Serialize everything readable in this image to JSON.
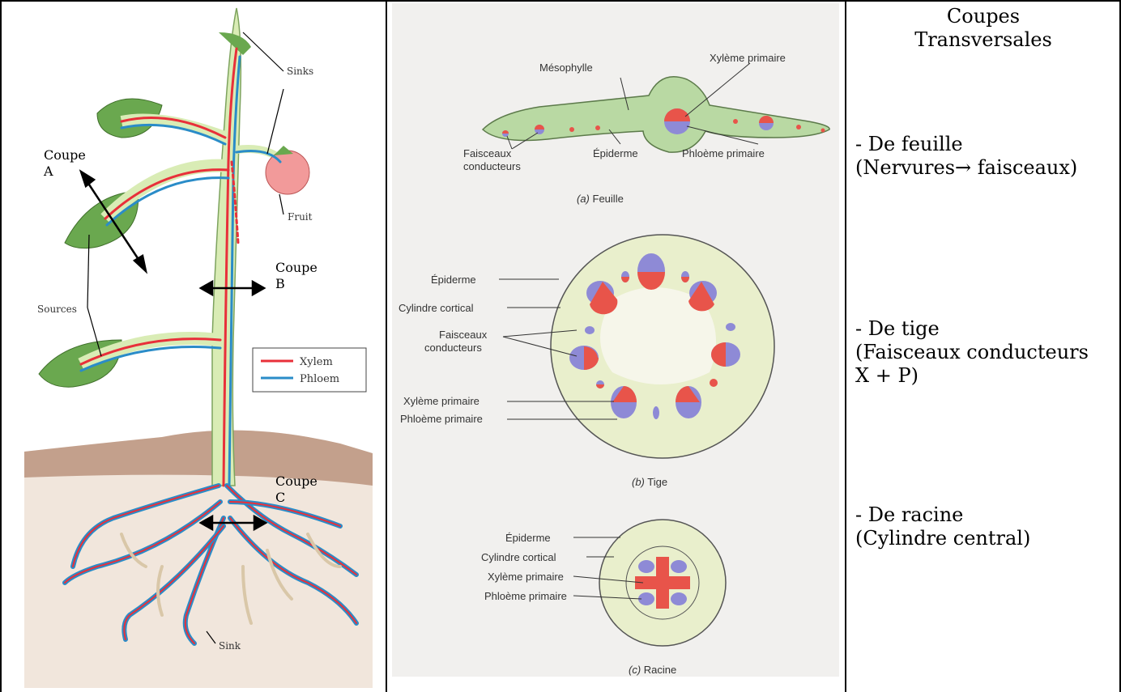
{
  "plant": {
    "coupe_a": "Coupe\nA",
    "coupe_b": "Coupe\nB",
    "coupe_c": "Coupe\nC",
    "sinks_label": "Sinks",
    "fruit_label": "Fruit",
    "sources_label": "Sources",
    "sink_label": "Sink",
    "legend": {
      "xylem": "Xylem",
      "phloem": "Phloem"
    },
    "colors": {
      "xylem": "#e8303a",
      "phloem": "#2a8cc8",
      "leaf": "#6aa84f",
      "stem": "#d9ecb5",
      "soil": "#b58d74"
    }
  },
  "sections": {
    "leaf": {
      "mesophylle": "Mésophylle",
      "xyleme": "Xylème primaire",
      "faisceaux": "Faisceaux\nconducteurs",
      "epiderme": "Épiderme",
      "phloeme": "Phloème primaire",
      "caption_prefix": "(a)",
      "caption": "Feuille"
    },
    "stem": {
      "epiderme": "Épiderme",
      "cylindre": "Cylindre cortical",
      "faisceaux": "Faisceaux\nconducteurs",
      "xyleme": "Xylème primaire",
      "phloeme": "Phloème primaire",
      "caption_prefix": "(b)",
      "caption": "Tige"
    },
    "root": {
      "epiderme": "Épiderme",
      "cylindre": "Cylindre cortical",
      "xyleme": "Xylème primaire",
      "phloeme": "Phloème primaire",
      "caption_prefix": "(c)",
      "caption": "Racine"
    },
    "colors": {
      "xylem": "#e8544a",
      "phloem": "#8e8ad6",
      "tissue": "#e9efcc",
      "leaf_tissue": "#b9d9a3"
    }
  },
  "right": {
    "title": "Coupes\nTransversales",
    "leaf_item": "- De feuille\n(Nervures→ faisceaux)",
    "stem_item": "- De tige\n(Faisceaux conducteurs\nX + P)",
    "root_item": "- De racine\n(Cylindre central)"
  }
}
